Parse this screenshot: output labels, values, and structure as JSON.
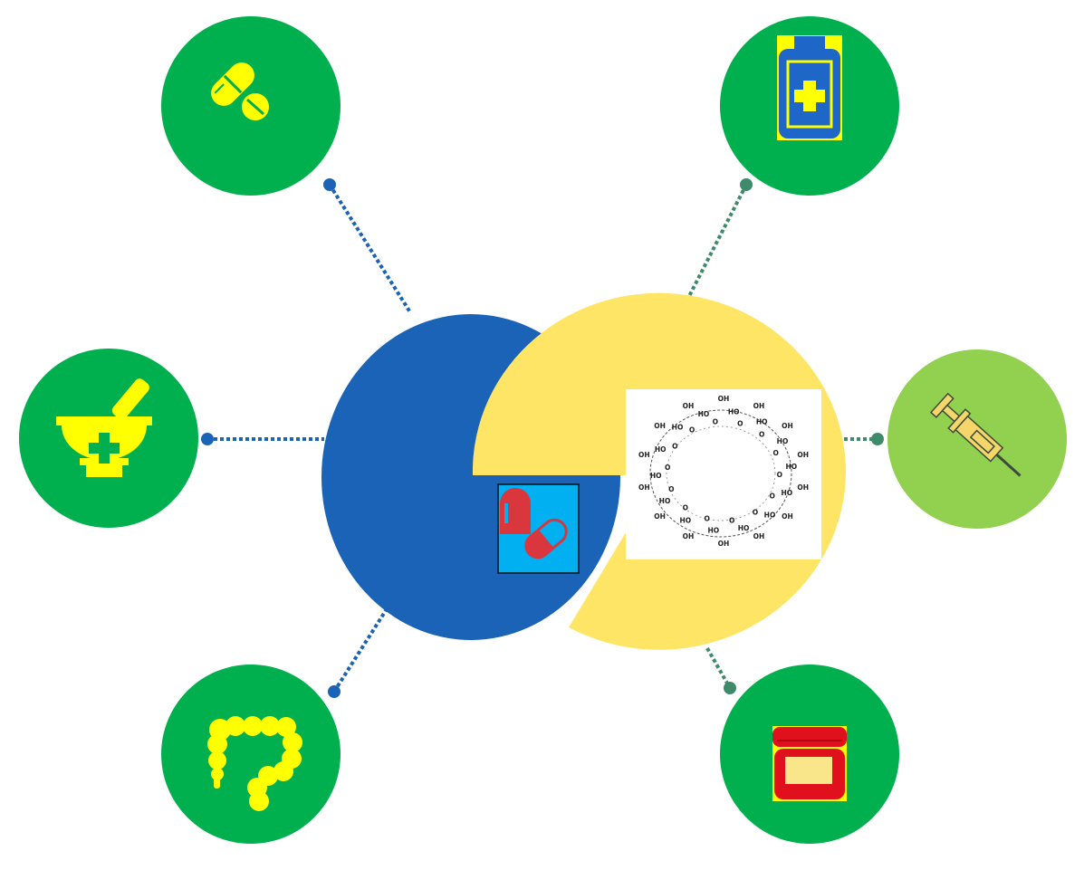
{
  "colors": {
    "node_green": "#00b04f",
    "node_light_green": "#92d050",
    "hub_blue": "#1b63b7",
    "hub_yellow": "#ffe565",
    "connector_blue": "#1b63b7",
    "connector_teal": "#3e8a6a",
    "icon_yellow": "#ffff00",
    "capsule_red": "#d9363e",
    "capsule_bg": "#00b0f0",
    "jar_red": "#e0101c"
  },
  "nodes": [
    {
      "id": "tablets",
      "icon": "pill-capsule-tablet-icon"
    },
    {
      "id": "medicine-bottle",
      "icon": "medicine-bottle-cross-icon"
    },
    {
      "id": "mortar-pestle",
      "icon": "mortar-pestle-cross-icon"
    },
    {
      "id": "syringe",
      "icon": "syringe-icon"
    },
    {
      "id": "intestine",
      "icon": "intestine-colon-icon"
    },
    {
      "id": "ointment-jar",
      "icon": "ointment-jar-icon"
    }
  ],
  "hub": {
    "left_icon": "capsule-icon",
    "right_icon": "cyclodextrin-molecule-structure"
  },
  "molecule_labels": [
    "OH",
    "HO",
    "O",
    "OH",
    "HO",
    "O",
    "OH",
    "HO",
    "O",
    "OH",
    "HO",
    "O",
    "OH",
    "HO",
    "O",
    "OH",
    "HO",
    "O",
    "OH",
    "HO",
    "O",
    "OH",
    "HO",
    "O",
    "OH",
    "HO",
    "O",
    "OH",
    "HO",
    "O",
    "OH",
    "HO",
    "O",
    "OH",
    "HO",
    "O",
    "OH",
    "HO",
    "O",
    "OH",
    "HO",
    "O"
  ]
}
